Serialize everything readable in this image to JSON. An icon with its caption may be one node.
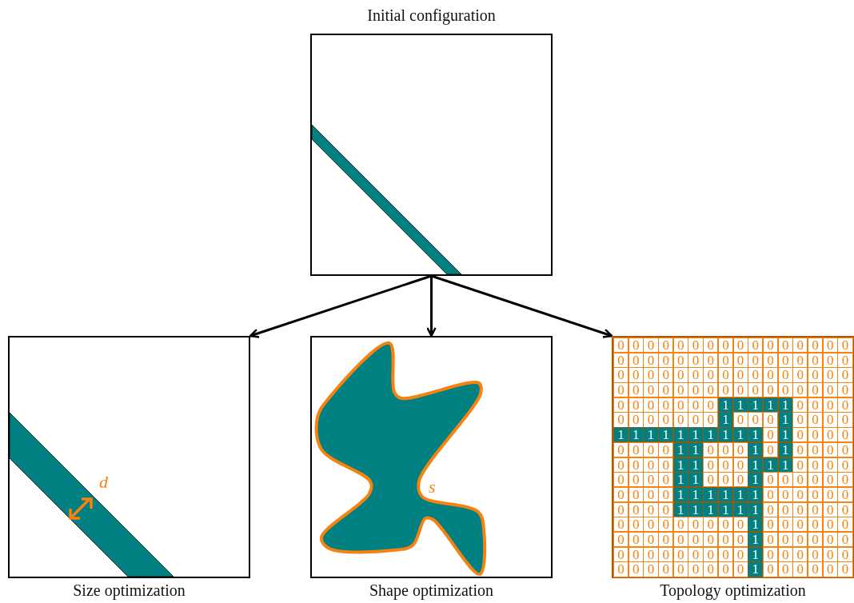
{
  "diagram": {
    "nodes": [
      {
        "text": [
          "Initial configuration"
        ]
      },
      {
        "text": [
          "Size optimization"
        ]
      },
      {
        "text": [
          "Shape optimization"
        ]
      },
      {
        "text": [
          "Topology optimization"
        ]
      }
    ],
    "edges": [
      {
        "from": 0,
        "to": 1,
        "arrow": "to"
      },
      {
        "from": 0,
        "to": 2,
        "arrow": "to"
      },
      {
        "from": 0,
        "to": 3,
        "arrow": "to"
      }
    ],
    "labels": [
      "d",
      "s",
      "0",
      "0",
      "0",
      "0",
      "0",
      "0",
      "0",
      "0",
      "0",
      "0",
      "0",
      "0",
      "0",
      "0",
      "0",
      "0",
      "0",
      "0",
      "0",
      "0",
      "0",
      "0",
      "0",
      "0",
      "0",
      "0",
      "0",
      "0",
      "0",
      "0",
      "0",
      "0",
      "0",
      "0",
      "0",
      "0",
      "0",
      "0",
      "0",
      "0",
      "0",
      "0",
      "0",
      "0",
      "0",
      "0",
      "0",
      "0",
      "0",
      "0",
      "0",
      "0",
      "0",
      "0",
      "0",
      "0",
      "0",
      "0",
      "0",
      "0",
      "0",
      "0",
      "0",
      "0",
      "0",
      "0",
      "0",
      "0",
      "0",
      "0",
      "0",
      "1",
      "1",
      "1",
      "1",
      "1",
      "0",
      "0",
      "0",
      "0",
      "0",
      "0",
      "0",
      "0",
      "0",
      "0",
      "0",
      "1",
      "0",
      "0",
      "0",
      "1",
      "0",
      "0",
      "0",
      "0",
      "1",
      "1",
      "1",
      "1",
      "1",
      "1",
      "1",
      "1",
      "1",
      "1",
      "0",
      "1",
      "0",
      "0",
      "0",
      "0",
      "0",
      "0",
      "0",
      "0",
      "1",
      "1",
      "0",
      "0",
      "0",
      "1",
      "0",
      "1",
      "0",
      "0",
      "0",
      "0",
      "0",
      "0",
      "0",
      "0",
      "1",
      "1",
      "0",
      "0",
      "0",
      "1",
      "1",
      "1",
      "0",
      "0",
      "0",
      "0",
      "0",
      "0",
      "0",
      "0",
      "1",
      "1",
      "0",
      "0",
      "0",
      "1",
      "0",
      "0",
      "0",
      "0",
      "0",
      "0",
      "0",
      "0",
      "0",
      "0",
      "1",
      "1",
      "1",
      "1",
      "1",
      "1",
      "0",
      "0",
      "0",
      "0",
      "0",
      "0",
      "0",
      "0",
      "0",
      "0",
      "1",
      "1",
      "1",
      "1",
      "1",
      "1",
      "0",
      "0",
      "0",
      "0",
      "0",
      "0",
      "0",
      "0",
      "0",
      "0",
      "0",
      "0",
      "0",
      "0",
      "0",
      "1",
      "0",
      "0",
      "0",
      "0",
      "0",
      "0",
      "0",
      "0",
      "0",
      "0",
      "0",
      "0",
      "0",
      "0",
      "0",
      "1",
      "0",
      "0",
      "0",
      "0",
      "0",
      "0",
      "0",
      "0",
      "0",
      "0",
      "0",
      "0",
      "0",
      "0",
      "0",
      "1",
      "0",
      "0",
      "0",
      "0",
      "0",
      "0",
      "0",
      "0",
      "0",
      "0",
      "0",
      "0",
      "0",
      "0",
      "0",
      "1",
      "0",
      "0",
      "0",
      "0",
      "0",
      "0"
    ]
  }
}
